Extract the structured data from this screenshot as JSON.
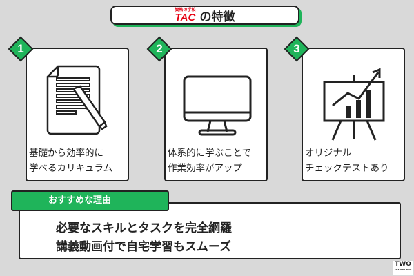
{
  "header": {
    "logo_small": "資格の学校",
    "logo_brand": "TAC",
    "title": "の特徴"
  },
  "features": [
    {
      "number": "1",
      "icon": "document-pencil-icon",
      "lines": [
        "基礎から効率的に",
        "学べるカリキュラム"
      ]
    },
    {
      "number": "2",
      "icon": "monitor-icon",
      "lines": [
        "体系的に学ぶことで",
        "作業効率がアップ"
      ]
    },
    {
      "number": "3",
      "icon": "presentation-chart-icon",
      "lines": [
        "オリジナル",
        "チェックテストあり"
      ]
    }
  ],
  "reasons": {
    "label": "おすすめな理由",
    "lines": [
      "必要なスキルとタスクを完全網羅",
      "講義動画付で自宅学習もスムーズ"
    ]
  },
  "watermark": {
    "logo": "TWO",
    "sub": "CHAPTER TWO"
  },
  "colors": {
    "accent": "#1fb45a",
    "brand": "#e60012",
    "background": "#d9d9d9"
  }
}
